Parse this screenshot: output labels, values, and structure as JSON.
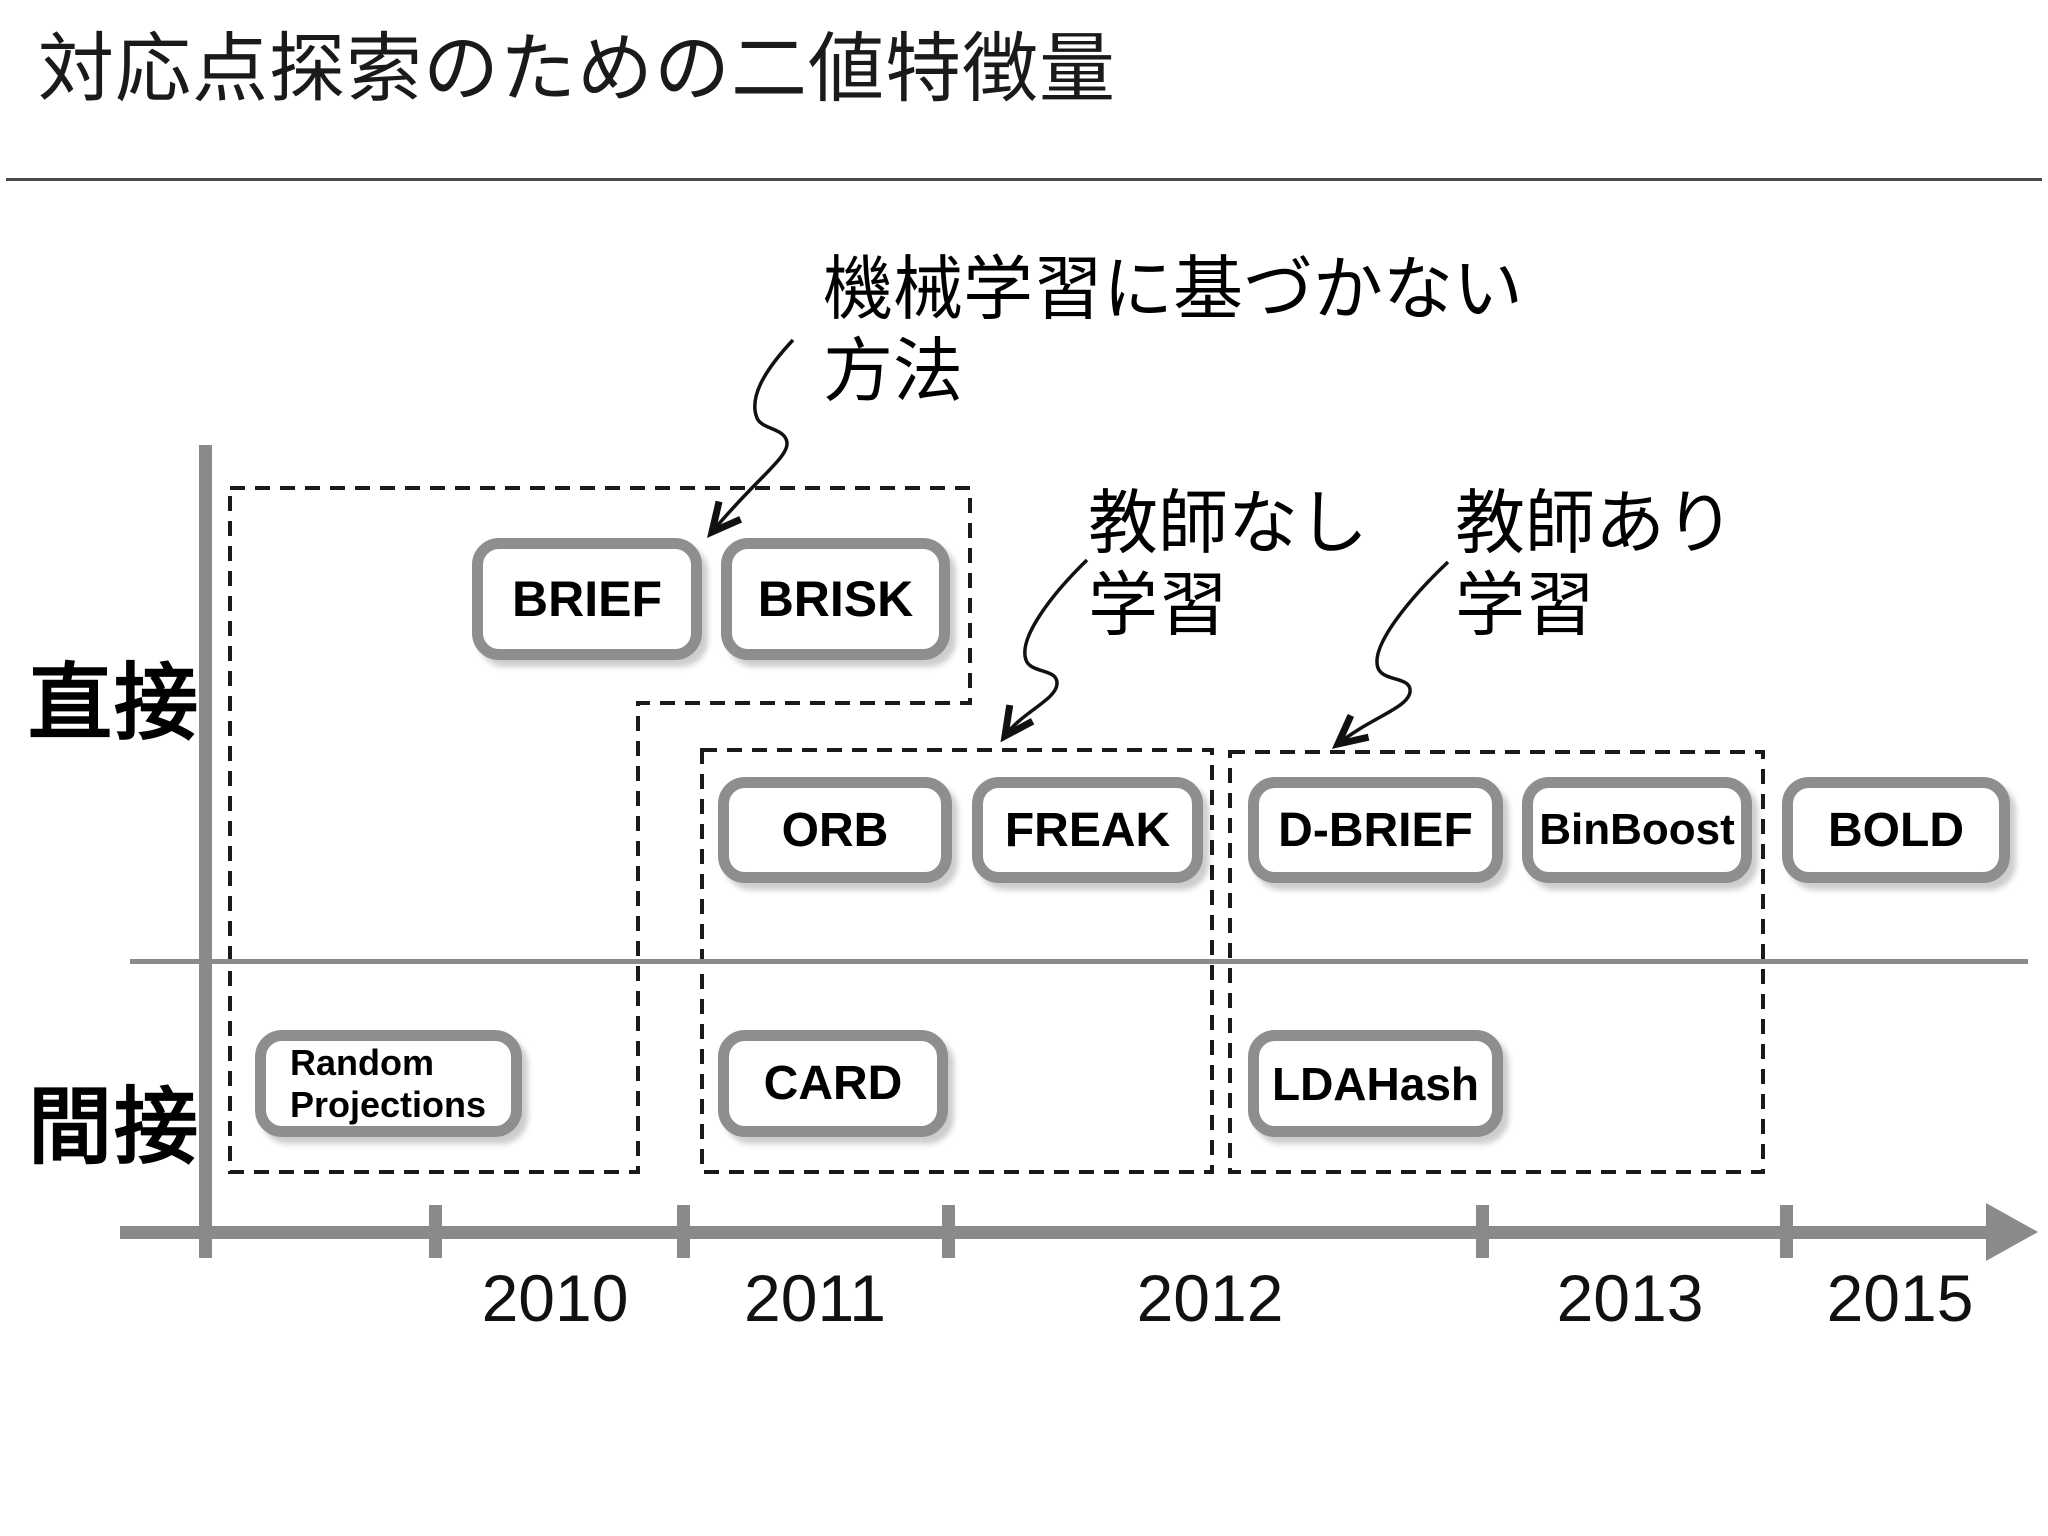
{
  "title": {
    "text": "対応点探索のための二値特徴量"
  },
  "rows": {
    "direct": "直接",
    "indirect": "間接"
  },
  "annotations": {
    "non_ml": {
      "line1": "機械学習に基づかない",
      "line2": "方法"
    },
    "unsupervised": {
      "line1": "教師なし",
      "line2": "学習"
    },
    "supervised": {
      "line1": "教師あり",
      "line2": "学習"
    }
  },
  "methods": {
    "brief": "BRIEF",
    "brisk": "BRISK",
    "orb": "ORB",
    "freak": "FREAK",
    "dbrief": "D-BRIEF",
    "binboost": "BinBoost",
    "bold": "BOLD",
    "random_projections_line1": "Random",
    "random_projections_line2": "Projections",
    "card": "CARD",
    "ldahash": "LDAHash"
  },
  "axis": {
    "years": {
      "y2010": "2010",
      "y2011": "2011",
      "y2012": "2012",
      "y2013": "2013",
      "y2015": "2015"
    }
  },
  "groups": {
    "non_ml_methods": [
      "BRIEF",
      "BRISK",
      "Random Projections"
    ],
    "unsupervised_methods": [
      "ORB",
      "FREAK",
      "CARD"
    ],
    "supervised_methods": [
      "D-BRIEF",
      "BinBoost",
      "LDAHash"
    ],
    "outside_groups": [
      "BOLD"
    ]
  },
  "colors": {
    "node_border": "#8e8e8e",
    "axis_gray": "#8a8a8a",
    "dashed_line": "#1a1a1a",
    "text": "#000000",
    "background": "#ffffff"
  }
}
